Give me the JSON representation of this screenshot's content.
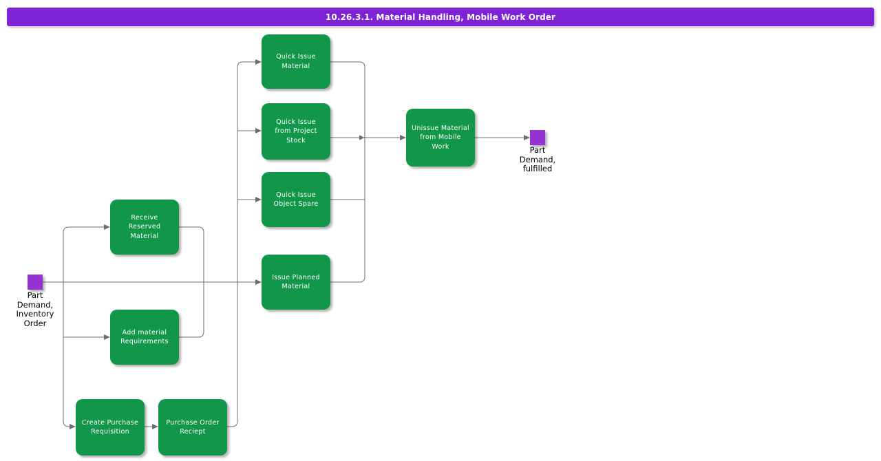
{
  "title_bar": {
    "text": "10.26.3.1. Material Handling, Mobile Work Order"
  },
  "colors": {
    "title_bar": "#7E22D6",
    "title_text": "#FFFFFF",
    "activity": "#11964A",
    "activity_text": "#FFFFFF",
    "event": "#9632D2",
    "label_text": "#000000",
    "connector": "#6E6E6E",
    "background": "#FFFFFF"
  },
  "activities": [
    {
      "id": "quick-issue-material",
      "label": "Quick Issue\nMaterial"
    },
    {
      "id": "quick-issue-from-project-stock",
      "label": "Quick Issue\nfrom Project\nStock"
    },
    {
      "id": "quick-issue-object-spare",
      "label": "Quick Issue\nObject Spare"
    },
    {
      "id": "issue-planned-material",
      "label": "Issue Planned\nMaterial"
    },
    {
      "id": "receive-reserved-material",
      "label": "Receive\nReserved\nMaterial"
    },
    {
      "id": "add-material-requirements",
      "label": "Add material\nRequirements"
    },
    {
      "id": "create-purchase-requisition",
      "label": "Create Purchase\nRequisition"
    },
    {
      "id": "purchase-order-reciept",
      "label": "Purchase Order\nReciept"
    },
    {
      "id": "unissue-material-from-mobile-work",
      "label": "Unissue Material\nfrom Mobile\nWork"
    }
  ],
  "events": [
    {
      "id": "start",
      "label": "Part\nDemand,\nInventory\nOrder"
    },
    {
      "id": "end",
      "label": "Part\nDemand,\nfulfilled"
    }
  ]
}
